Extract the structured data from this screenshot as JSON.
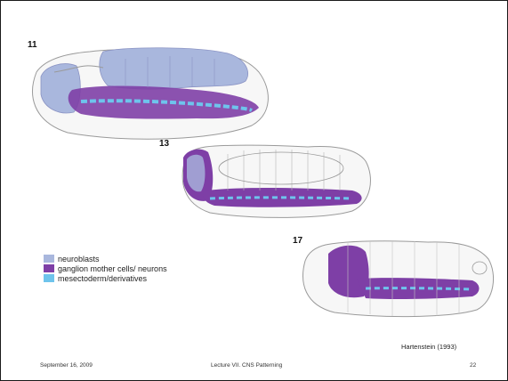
{
  "stages": {
    "s11": "11",
    "s13": "13",
    "s17": "17"
  },
  "legend": {
    "items": [
      {
        "label": "neuroblasts",
        "color": "#a9b7dd"
      },
      {
        "label": "ganglion mother cells/ neurons",
        "color": "#7e3fa6"
      },
      {
        "label": "mesectoderm/derivatives",
        "color": "#6ec4ec"
      }
    ]
  },
  "credit": "Hartenstein (1993)",
  "footer": {
    "date": "September 16, 2009",
    "title": "Lecture VII. CNS Patterning",
    "page": "22"
  },
  "colors": {
    "neuroblast": "#a9b7dd",
    "gmc": "#7e3fa6",
    "mesectoderm": "#6ec4ec",
    "outline": "#9a9a9a"
  }
}
